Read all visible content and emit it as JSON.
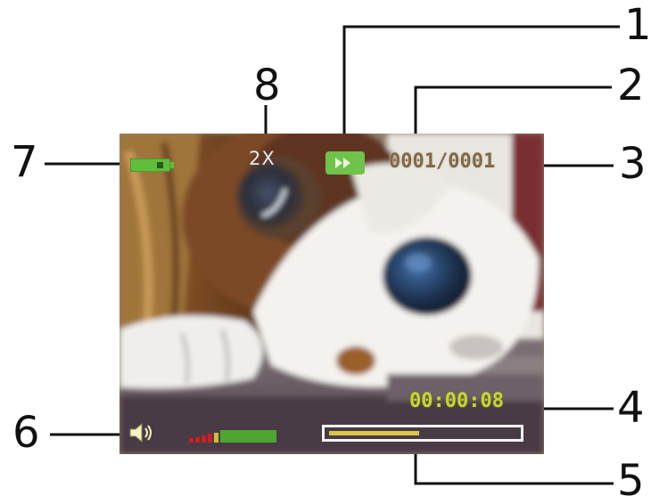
{
  "callouts": {
    "playback_mode": "1",
    "file_number": "2",
    "total_files": "3",
    "elapsed_time": "4",
    "progress_bar": "5",
    "volume": "6",
    "battery": "7",
    "zoom": "8"
  },
  "screen": {
    "zoom_label": "2X",
    "file_counter": "0001/0001",
    "elapsed_time": "00:00:08",
    "progress_fraction": 0.48,
    "volume_level_fraction": 0.6,
    "icons": {
      "battery": "battery-icon",
      "play": "fast-forward-icon",
      "volume": "speaker-icon"
    },
    "colors": {
      "battery_green": "#5fbe3c",
      "play_badge_green": "#6fc24a",
      "counter_text": "#7e6a49",
      "time_text": "#c7d43a",
      "progress_fill": "#d8c644",
      "progress_border": "#f3f3f3",
      "volume_red": "#cc1f1f",
      "volume_green": "#4fa531"
    }
  }
}
